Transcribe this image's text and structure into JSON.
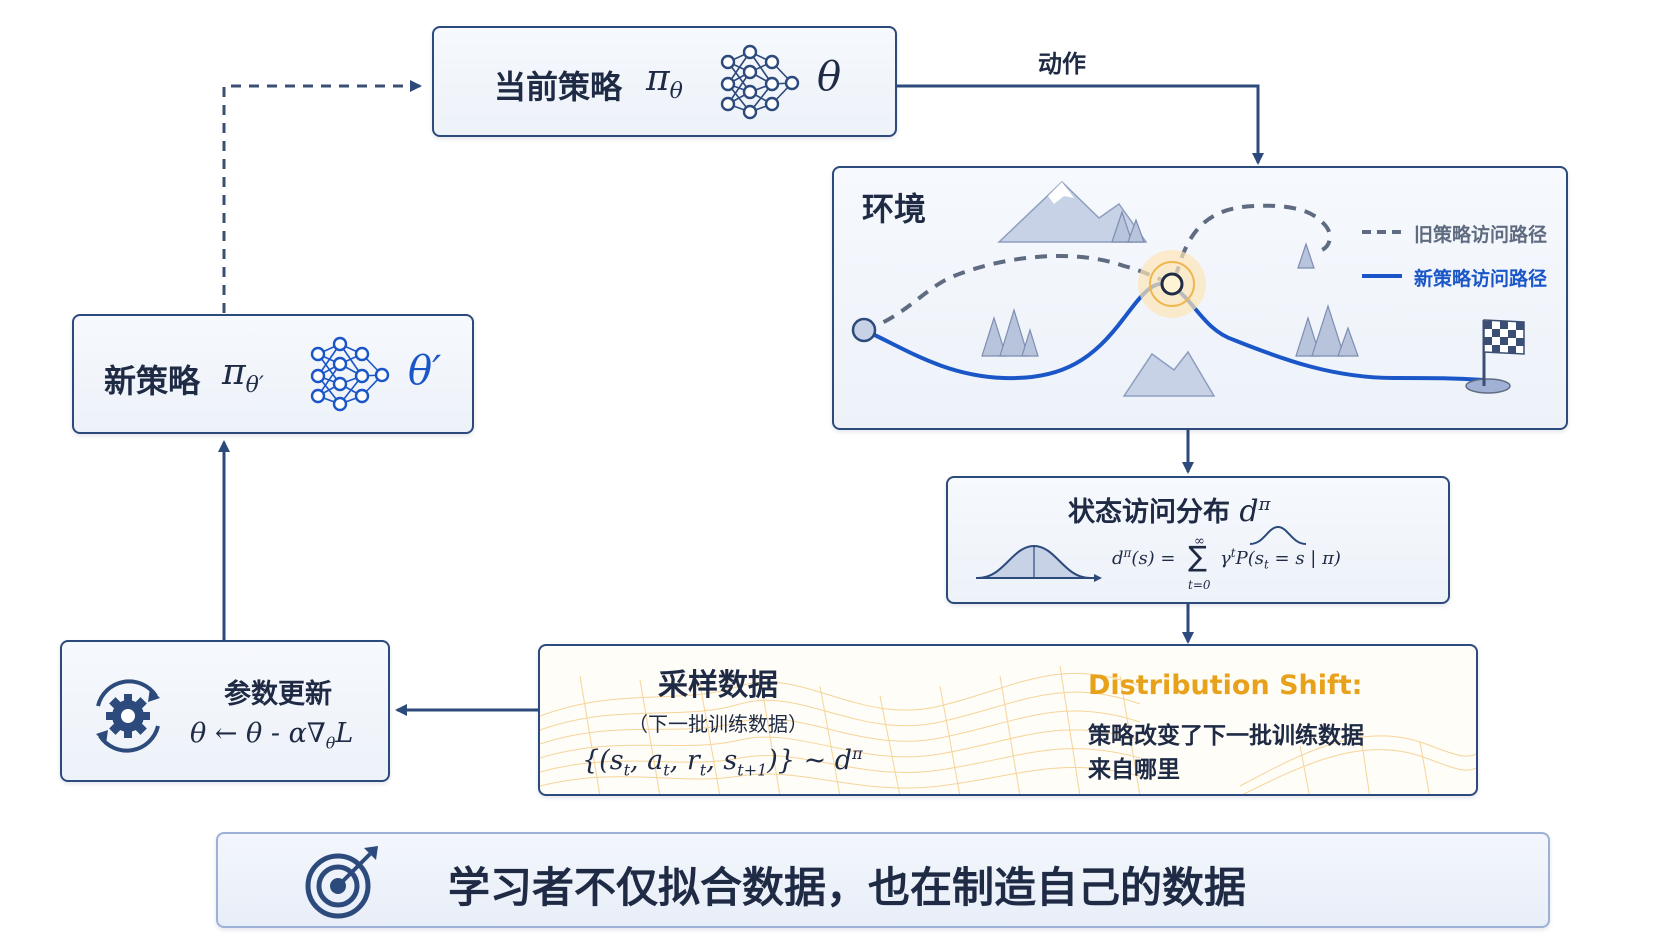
{
  "current_policy": {
    "title": "当前策略",
    "pi": "π",
    "pi_sub": "θ",
    "theta": "θ"
  },
  "action_label": "动作",
  "environment": {
    "title": "环境",
    "legend": {
      "old_path": "旧策略访问路径",
      "new_path": "新策略访问路径"
    }
  },
  "state_distribution": {
    "title": "状态访问分布",
    "symbol": "d",
    "symbol_sup": "π",
    "formula_lhs": "d",
    "formula_lhs_sup": "π",
    "formula_lhs_arg": "(s) =",
    "sum_top": "∞",
    "sum_sign": "∑",
    "sum_bottom": "t=0",
    "formula_rhs_gamma": "γ",
    "formula_rhs_gamma_sup": "t",
    "formula_rhs": "P(s",
    "formula_rhs_sub": "t",
    "formula_rhs_end": " = s | π)"
  },
  "sampled_data": {
    "title": "采样数据",
    "subtitle": "（下一批训练数据）",
    "formula": "{(s",
    "formula_s_sub": "t",
    "formula_a": ", a",
    "formula_a_sub": "t",
    "formula_r": ", r",
    "formula_r_sub": "t",
    "formula_s2": ", s",
    "formula_s2_sub": "t+1",
    "formula_end": ")} ~ d",
    "formula_end_sup": "π"
  },
  "distribution_shift": {
    "title": "Distribution Shift:",
    "line1": "策略改变了下一批训练数据",
    "line2": "来自哪里"
  },
  "param_update": {
    "title": "参数更新",
    "formula_a": "θ ← θ - α∇",
    "formula_sub": "θ",
    "formula_b": "L"
  },
  "new_policy": {
    "title": "新策略",
    "pi": "π",
    "pi_sub": "θ′",
    "theta": "θ′"
  },
  "bottom_banner": {
    "text": "学习者不仅拟合数据，也在制造自己的数据"
  },
  "colors": {
    "border": "#2c4a7c",
    "arrow": "#2c4a7c",
    "new_path": "#1a56c7",
    "old_path": "#5f6b80",
    "accent": "#e8a11a"
  }
}
